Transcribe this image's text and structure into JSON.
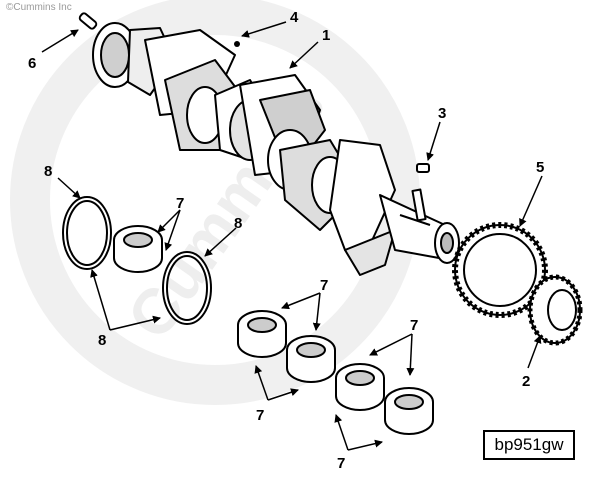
{
  "copyright": "©Cummins Inc",
  "watermark": "Cummins",
  "reference_code": "bp951gw",
  "callouts": {
    "c1": "1",
    "c2": "2",
    "c3": "3",
    "c4": "4",
    "c5": "5",
    "c6": "6",
    "c7a": "7",
    "c7b": "7",
    "c7c": "7",
    "c7d": "7",
    "c7e": "7",
    "c8a": "8",
    "c8b": "8",
    "c8c": "8"
  }
}
